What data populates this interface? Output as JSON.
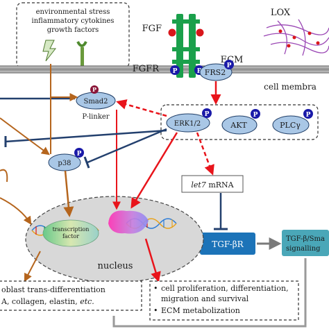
{
  "stimuli_box": {
    "lines": [
      "environmental stress",
      "inflammatory cytokines",
      "growth factors"
    ]
  },
  "membrane": {
    "fgf_label": "FGF",
    "fgfr_label": "FGFR",
    "ecm_label": "ECM",
    "lox_label": "LOX",
    "cell_membrane_label": "cell membra"
  },
  "nodes": {
    "frs2": "FRS2",
    "smad2": "Smad2",
    "p_linker": "P-linker",
    "erk": "ERK1/2",
    "akt": "AKT",
    "plc": "PLCγ",
    "p38": "p38",
    "let7_italic": "let7",
    "let7_suffix": " mRNA",
    "tgfbr": "TGF-βR",
    "tgf_signalling_line1": "TGF-β/Sma",
    "tgf_signalling_line2": "signalling",
    "phospho": "P"
  },
  "nucleus": {
    "label": "nucleus",
    "tf_line1": "transcription",
    "tf_line2": "factor"
  },
  "outcomes": {
    "left_line1": "oblast trans-differentiation",
    "left_line2_prefix": "A, collagen, elastin, ",
    "left_line2_italic": "etc.",
    "right_items": [
      "cell proliferation, differentiation,",
      "migration and survival",
      "ECM metabolization"
    ]
  },
  "colors": {
    "node_fill": "#a9c7e6",
    "node_stroke": "#1f3d66",
    "red": "#e8141b",
    "brown": "#b5651d",
    "navy": "#23406e",
    "phospho_fill": "#1a1aa8",
    "smad_phospho_fill": "#8a1538",
    "fgfr_green": "#1aa04b",
    "fgf_red": "#d9161b",
    "lox_purple": "#9b48b5",
    "tgfbr_fill": "#1c73b8",
    "signalling_fill": "#4aa7b8",
    "nucleus_fill": "#d8d8d8"
  }
}
